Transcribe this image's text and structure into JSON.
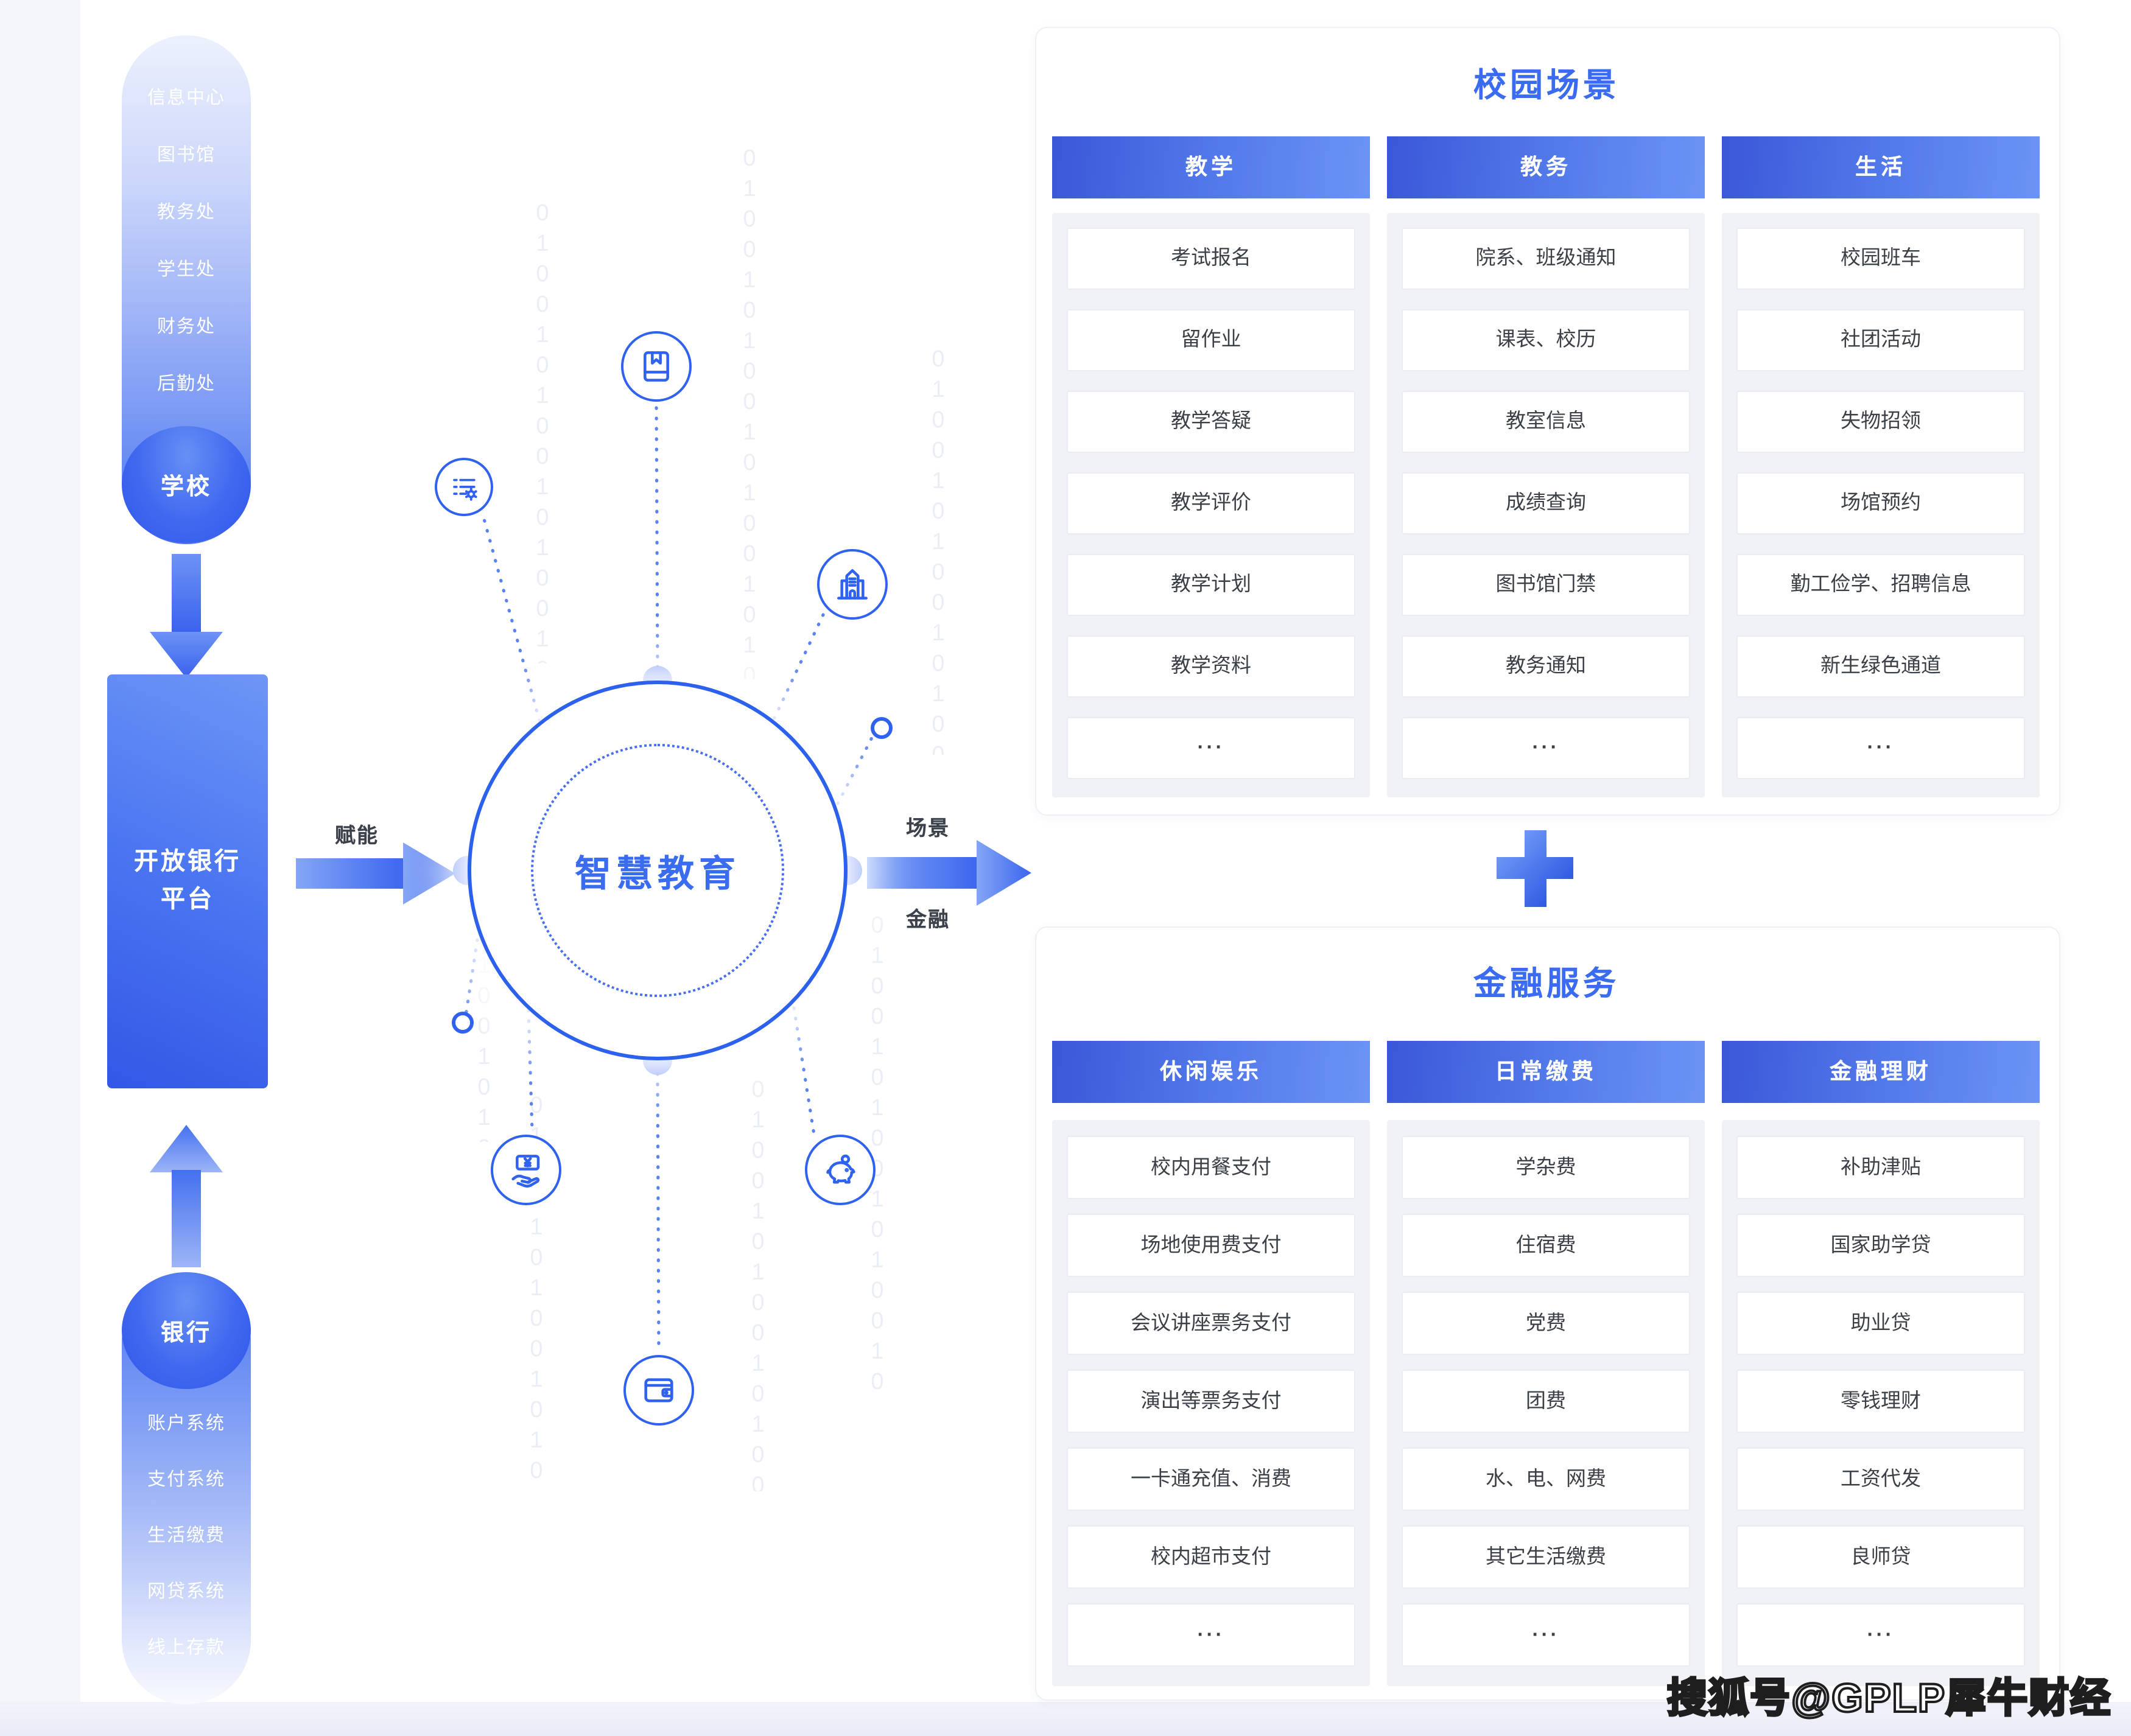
{
  "colors": {
    "accent_blue": "#3D6BF0",
    "deep_blue": "#2F5AE0",
    "title_blue": "#3A6BF0",
    "header_gradient_start": "#3A57D8",
    "header_gradient_end": "#6B94F5",
    "panel_gray": "#F1F2F6",
    "item_border": "#E9ECF2",
    "item_text": "#3B4047"
  },
  "background": {
    "binary_pattern": "01001010010100101001010010010100101001001010010100101001010010100101001"
  },
  "left_flow": {
    "school": {
      "departments": [
        "信息中心",
        "图书馆",
        "教务处",
        "学生处",
        "财务处",
        "后勤处"
      ],
      "label": "学校"
    },
    "platform": {
      "line1": "开放银行",
      "line2": "平台"
    },
    "empower_label": "赋能",
    "bank": {
      "label": "银行",
      "systems": [
        "账户系统",
        "支付系统",
        "生活缴费",
        "网贷系统",
        "线上存款"
      ]
    }
  },
  "hub": {
    "title": "智慧教育",
    "arrow_label_top": "场景",
    "arrow_label_bottom": "金融",
    "satellite_icons": [
      "book-icon",
      "checklist-gear-icon",
      "school-building-icon",
      "cash-hand-icon",
      "wallet-icon",
      "piggy-bank-icon"
    ]
  },
  "campus": {
    "title": "校园场景",
    "columns": [
      {
        "header": "教学",
        "items": [
          "考试报名",
          "留作业",
          "教学答疑",
          "教学评价",
          "教学计划",
          "教学资料",
          "···"
        ]
      },
      {
        "header": "教务",
        "items": [
          "院系、班级通知",
          "课表、校历",
          "教室信息",
          "成绩查询",
          "图书馆门禁",
          "教务通知",
          "···"
        ]
      },
      {
        "header": "生活",
        "items": [
          "校园班车",
          "社团活动",
          "失物招领",
          "场馆预约",
          "勤工俭学、招聘信息",
          "新生绿色通道",
          "···"
        ]
      }
    ]
  },
  "finance": {
    "title": "金融服务",
    "columns": [
      {
        "header": "休闲娱乐",
        "items": [
          "校内用餐支付",
          "场地使用费支付",
          "会议讲座票务支付",
          "演出等票务支付",
          "一卡通充值、消费",
          "校内超市支付",
          "···"
        ]
      },
      {
        "header": "日常缴费",
        "items": [
          "学杂费",
          "住宿费",
          "党费",
          "团费",
          "水、电、网费",
          "其它生活缴费",
          "···"
        ]
      },
      {
        "header": "金融理财",
        "items": [
          "补助津贴",
          "国家助学贷",
          "助业贷",
          "零钱理财",
          "工资代发",
          "良师贷",
          "···"
        ]
      }
    ]
  },
  "watermark": "搜狐号@GPLP犀牛财经"
}
